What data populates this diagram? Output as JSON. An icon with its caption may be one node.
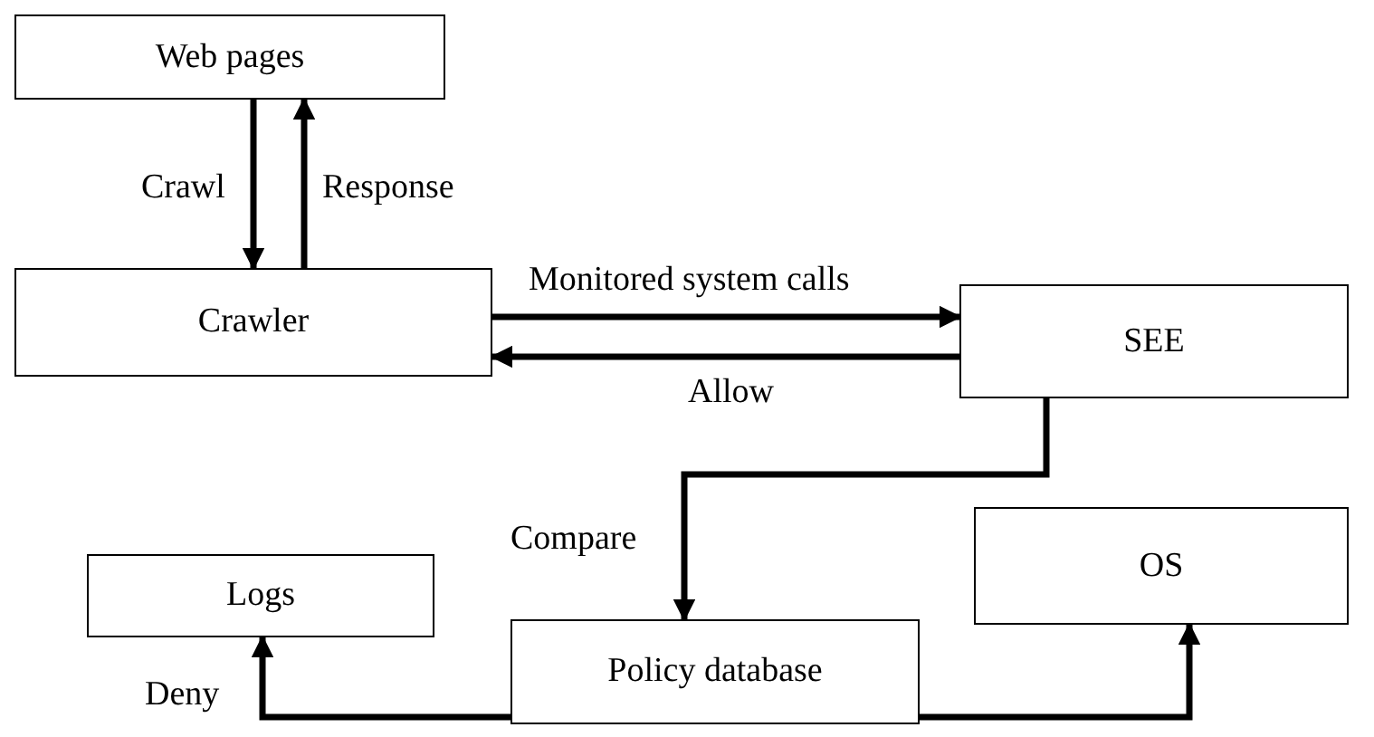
{
  "diagram": {
    "nodes": [
      {
        "text": [
          "Web pages"
        ]
      },
      {
        "text": [
          "Crawler"
        ]
      },
      {
        "text": [
          "SEE"
        ]
      },
      {
        "text": [
          "Logs"
        ]
      },
      {
        "text": [
          "Policy database"
        ]
      },
      {
        "text": [
          "OS"
        ]
      }
    ],
    "edges": [
      {
        "from": 0,
        "to": 1,
        "arrow": "to",
        "label": "Crawl"
      },
      {
        "from": 1,
        "to": 0,
        "arrow": "to",
        "label": "Response"
      },
      {
        "from": 1,
        "to": 2,
        "arrow": "to",
        "label": "Monitored system calls"
      },
      {
        "from": 2,
        "to": 1,
        "arrow": "to",
        "label": "Allow"
      },
      {
        "from": 2,
        "to": 4,
        "arrow": "to",
        "label": "Compare"
      },
      {
        "from": 4,
        "to": 3,
        "arrow": "to",
        "label": "Deny"
      },
      {
        "from": 4,
        "to": 5,
        "arrow": "to"
      }
    ]
  }
}
